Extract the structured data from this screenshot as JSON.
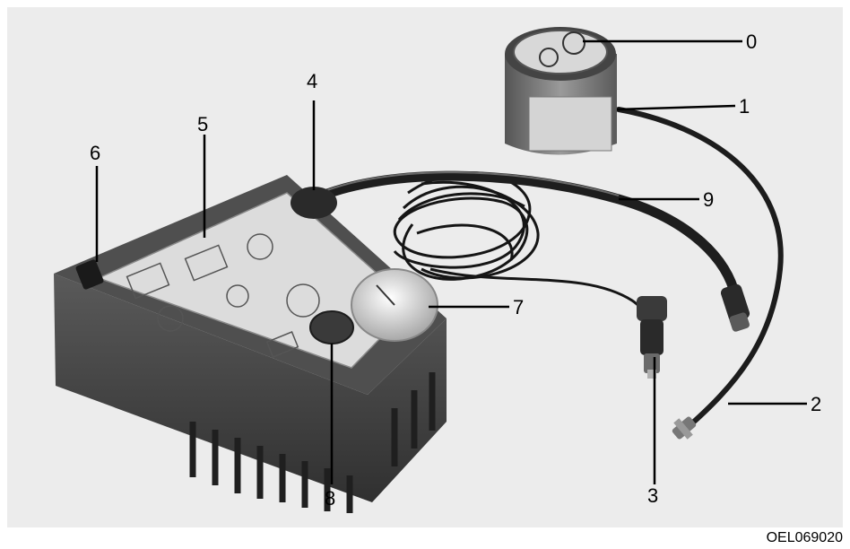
{
  "figure": {
    "code": "OEL069020",
    "colors": {
      "background": "#ffffff",
      "panel": "#ececec",
      "compressor_body": "#4a4a4a",
      "compressor_dark": "#2e2e2e",
      "label": "#dedede",
      "hose": "#1e1e1e",
      "bottle": "#777777"
    }
  },
  "callouts": [
    {
      "number": "0",
      "part": "sealant-bottle-cap"
    },
    {
      "number": "1",
      "part": "sealant-bottle"
    },
    {
      "number": "2",
      "part": "filling-hose"
    },
    {
      "number": "3",
      "part": "power-plug"
    },
    {
      "number": "4",
      "part": "sealant-holder"
    },
    {
      "number": "5",
      "part": "speed-limit-label"
    },
    {
      "number": "6",
      "part": "on-off-switch"
    },
    {
      "number": "7",
      "part": "pressure-gauge"
    },
    {
      "number": "8",
      "part": "deflate-button"
    },
    {
      "number": "9",
      "part": "compressor-hose"
    }
  ]
}
